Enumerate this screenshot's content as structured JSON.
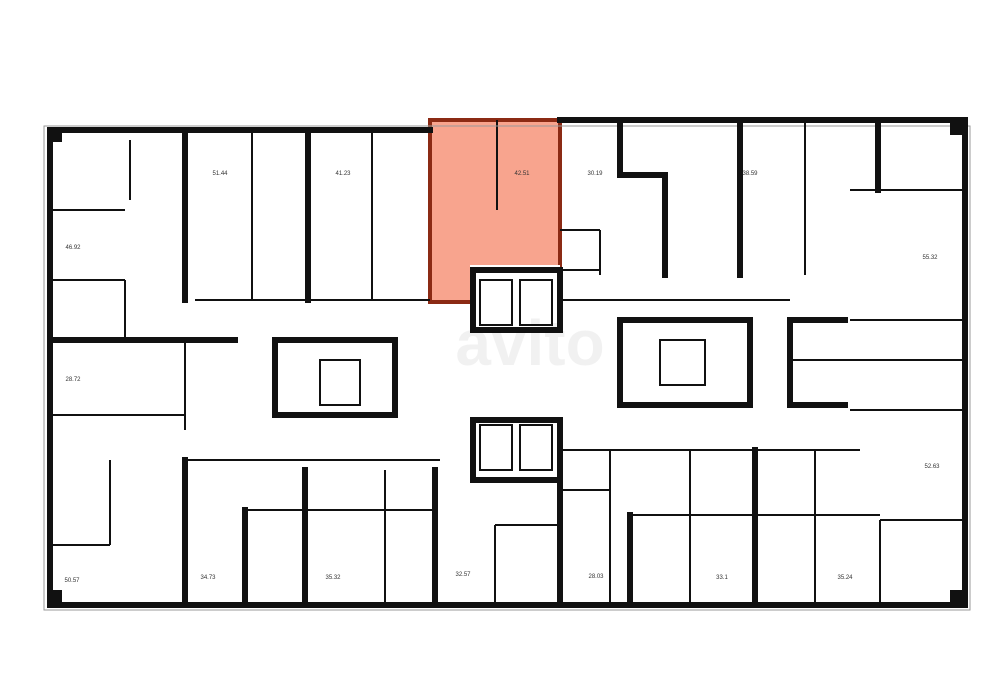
{
  "highlight_color": "#f8a48e",
  "highlight_border": "#8b2a14",
  "watermark": "avito",
  "units": [
    {
      "area": "51.44"
    },
    {
      "area": "41.23"
    },
    {
      "area": "42.51",
      "highlighted": true
    },
    {
      "area": "30.19"
    },
    {
      "area": "38.59"
    },
    {
      "area": "46.92"
    },
    {
      "area": "55.32"
    },
    {
      "area": "28.72"
    },
    {
      "area": "52.63"
    },
    {
      "area": "50.57"
    },
    {
      "area": "34.73"
    },
    {
      "area": "35.32"
    },
    {
      "area": "32.57"
    },
    {
      "area": "28.03"
    },
    {
      "area": "33.1"
    },
    {
      "area": "35.24"
    }
  ]
}
